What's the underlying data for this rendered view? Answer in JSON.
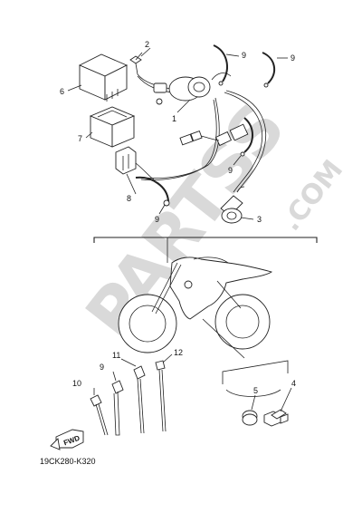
{
  "diagram": {
    "callouts": [
      {
        "id": "c1",
        "text": "1"
      },
      {
        "id": "c2",
        "text": "2"
      },
      {
        "id": "c3",
        "text": "3"
      },
      {
        "id": "c4",
        "text": "4"
      },
      {
        "id": "c5",
        "text": "5"
      },
      {
        "id": "c6",
        "text": "6"
      },
      {
        "id": "c7",
        "text": "7"
      },
      {
        "id": "c8",
        "text": "8"
      },
      {
        "id": "c9a",
        "text": "9"
      },
      {
        "id": "c9b",
        "text": "9"
      },
      {
        "id": "c9c",
        "text": "9"
      },
      {
        "id": "c9d",
        "text": "9"
      },
      {
        "id": "c9e",
        "text": "9"
      },
      {
        "id": "c10",
        "text": "10"
      },
      {
        "id": "c11",
        "text": "11"
      },
      {
        "id": "c12",
        "text": "12"
      }
    ],
    "part_code": "19CK280-K320",
    "front_arrow_label": "FWD",
    "watermark": {
      "brand": "PARTSS",
      "suffix": ".COM"
    },
    "colors": {
      "line": "#222222",
      "watermark": "#d9d9d9",
      "background": "#ffffff"
    }
  }
}
